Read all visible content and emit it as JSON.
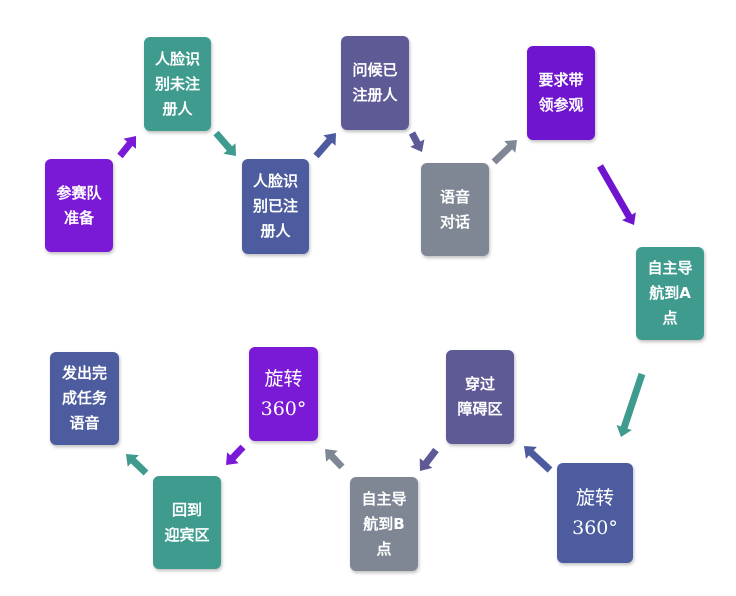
{
  "steps": [
    {
      "id": "s1",
      "label": "参赛队\n准备",
      "color": "#7a1ad6"
    },
    {
      "id": "s2",
      "label": "人脸识\n别未注\n册人",
      "color": "#3f9b8e"
    },
    {
      "id": "s3",
      "label": "人脸识\n别已注\n册人",
      "color": "#4c5c9e"
    },
    {
      "id": "s4",
      "label": "问候已\n注册人",
      "color": "#5e5a96"
    },
    {
      "id": "s5",
      "label": "语音\n对话",
      "color": "#7f8794"
    },
    {
      "id": "s6",
      "label": "要求带\n领参观",
      "color": "#6f15cf"
    },
    {
      "id": "s7",
      "label": "自主导\n航到A\n点",
      "color": "#3f9b8e"
    },
    {
      "id": "s8",
      "label": "旋转\n360°",
      "color": "#4c5c9e"
    },
    {
      "id": "s9",
      "label": "穿过\n障碍区",
      "color": "#5e5a96"
    },
    {
      "id": "s10",
      "label": "自主导\n航到B\n点",
      "color": "#7f8794"
    },
    {
      "id": "s11",
      "label": "旋转\n360°",
      "color": "#7a1ad6"
    },
    {
      "id": "s12",
      "label": "回到\n迎宾区",
      "color": "#3f9b8e"
    },
    {
      "id": "s13",
      "label": "发出完\n成任务\n语音",
      "color": "#4c5c9e"
    }
  ],
  "arrow_colors": [
    "#7a1ad6",
    "#3f9b8e",
    "#4c5c9e",
    "#5e5a96",
    "#7f8794",
    "#6f15cf",
    "#3f9b8e",
    "#4c5c9e",
    "#5e5a96",
    "#7f8794",
    "#7a1ad6",
    "#3f9b8e"
  ]
}
